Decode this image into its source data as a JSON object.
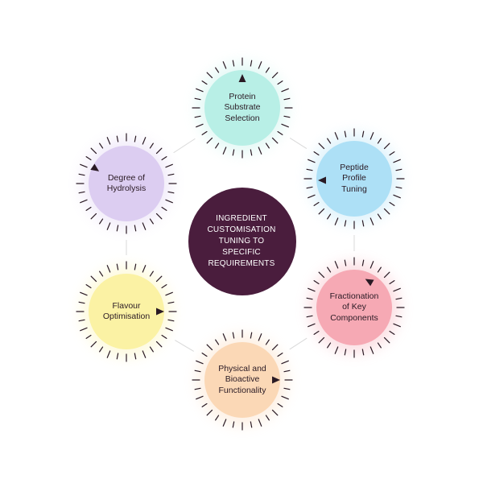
{
  "center": {
    "lines": [
      "INGREDIENT",
      "CUSTOMISATION",
      "TUNING TO",
      "SPECIFIC",
      "REQUIREMENTS"
    ],
    "color": "#4a1d3d"
  },
  "nodes": [
    {
      "id": "protein-substrate-selection",
      "lines": [
        "Protein",
        "Substrate",
        "Selection"
      ],
      "color": "#b8efe6",
      "icon": "play-triangle-icon",
      "arrow": "up"
    },
    {
      "id": "peptide-profile-tuning",
      "lines": [
        "Peptide",
        "Profile",
        "Tuning"
      ],
      "color": "#ade0f6",
      "icon": "play-triangle-icon",
      "arrow": "left"
    },
    {
      "id": "fractionation-of-key-components",
      "lines": [
        "Fractionation",
        "of Key",
        "Components"
      ],
      "color": "#f6a9b4",
      "icon": "play-triangle-icon",
      "arrow": "up-left"
    },
    {
      "id": "physical-and-bioactive-functionality",
      "lines": [
        "Physical and",
        "Bioactive",
        "Functionality"
      ],
      "color": "#fbd8b6",
      "icon": "play-triangle-icon",
      "arrow": "right"
    },
    {
      "id": "flavour-optimisation",
      "lines": [
        "Flavour",
        "Optimisation"
      ],
      "color": "#fbf2a4",
      "icon": "play-triangle-icon",
      "arrow": "right"
    },
    {
      "id": "degree-of-hydrolysis",
      "lines": [
        "Degree of",
        "Hydrolysis"
      ],
      "color": "#dccdf1",
      "icon": "play-triangle-icon",
      "arrow": "down-right"
    }
  ],
  "connector_color": "#d9d9d9",
  "tick_color": "#2a1a24"
}
